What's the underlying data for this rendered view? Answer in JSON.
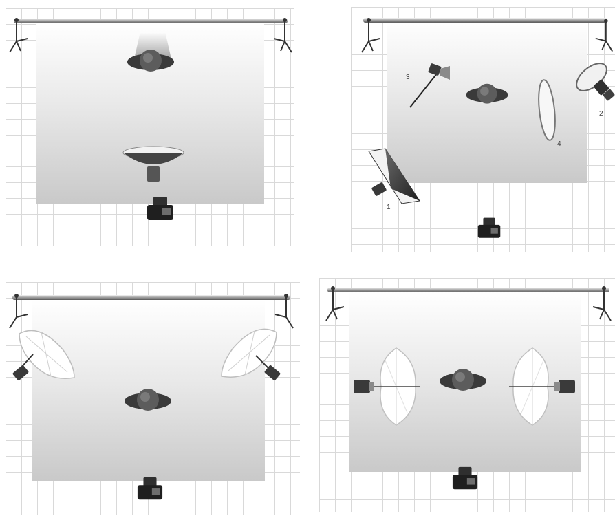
{
  "panels": [
    {
      "id": "setup-top-left",
      "labels": []
    },
    {
      "id": "setup-top-right",
      "labels": [
        "1",
        "2",
        "3",
        "4"
      ]
    },
    {
      "id": "setup-bottom-left",
      "labels": []
    },
    {
      "id": "setup-bottom-right",
      "labels": []
    }
  ],
  "icons": [
    "camera-icon",
    "subject-icon",
    "beauty-dish-icon",
    "softbox-icon",
    "umbrella-icon",
    "reflector-icon",
    "stand-icon",
    "grid-spot-icon"
  ],
  "colors": {
    "grid_line": "#d9d9d9",
    "backdrop_top": "#ffffff",
    "backdrop_bottom": "#c9c9c9",
    "equipment_dark": "#2f2f2f"
  }
}
